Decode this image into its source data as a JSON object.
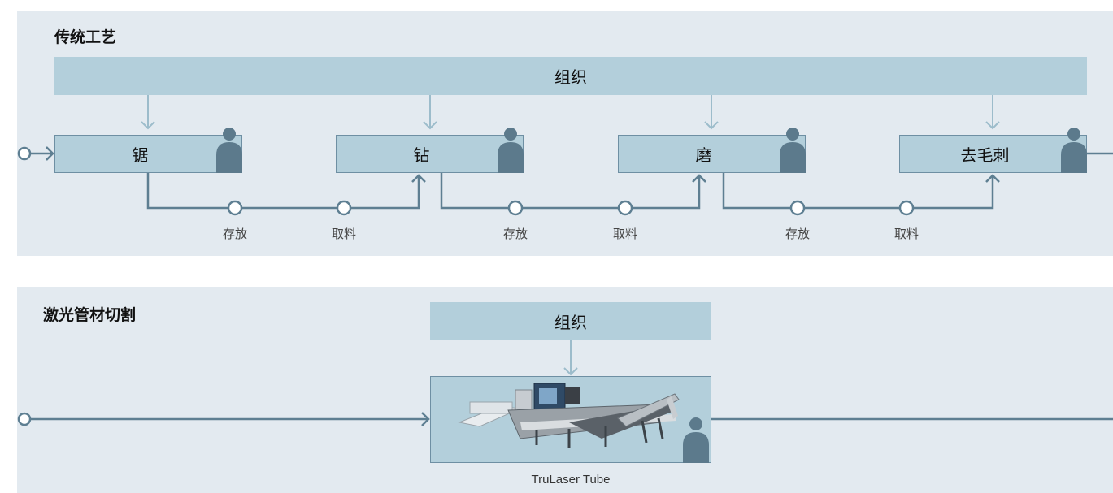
{
  "traditional": {
    "title": "传统工艺",
    "organization": "组织",
    "steps": [
      "锯",
      "钻",
      "磨",
      "去毛刺"
    ],
    "labels": [
      {
        "text": "存放"
      },
      {
        "text": "取料"
      },
      {
        "text": "存放"
      },
      {
        "text": "取料"
      },
      {
        "text": "存放"
      },
      {
        "text": "取料"
      }
    ]
  },
  "laser": {
    "title": "激光管材切割",
    "organization": "组织",
    "machine_caption": "TruLaser Tube",
    "machine_icon": "tube-laser-machine"
  },
  "colors": {
    "panel": "#e3eaf0",
    "box": "#b3cfdb",
    "line": "#5e7f92",
    "person": "#5c7a8c",
    "arrow_light": "#9cbccb"
  }
}
